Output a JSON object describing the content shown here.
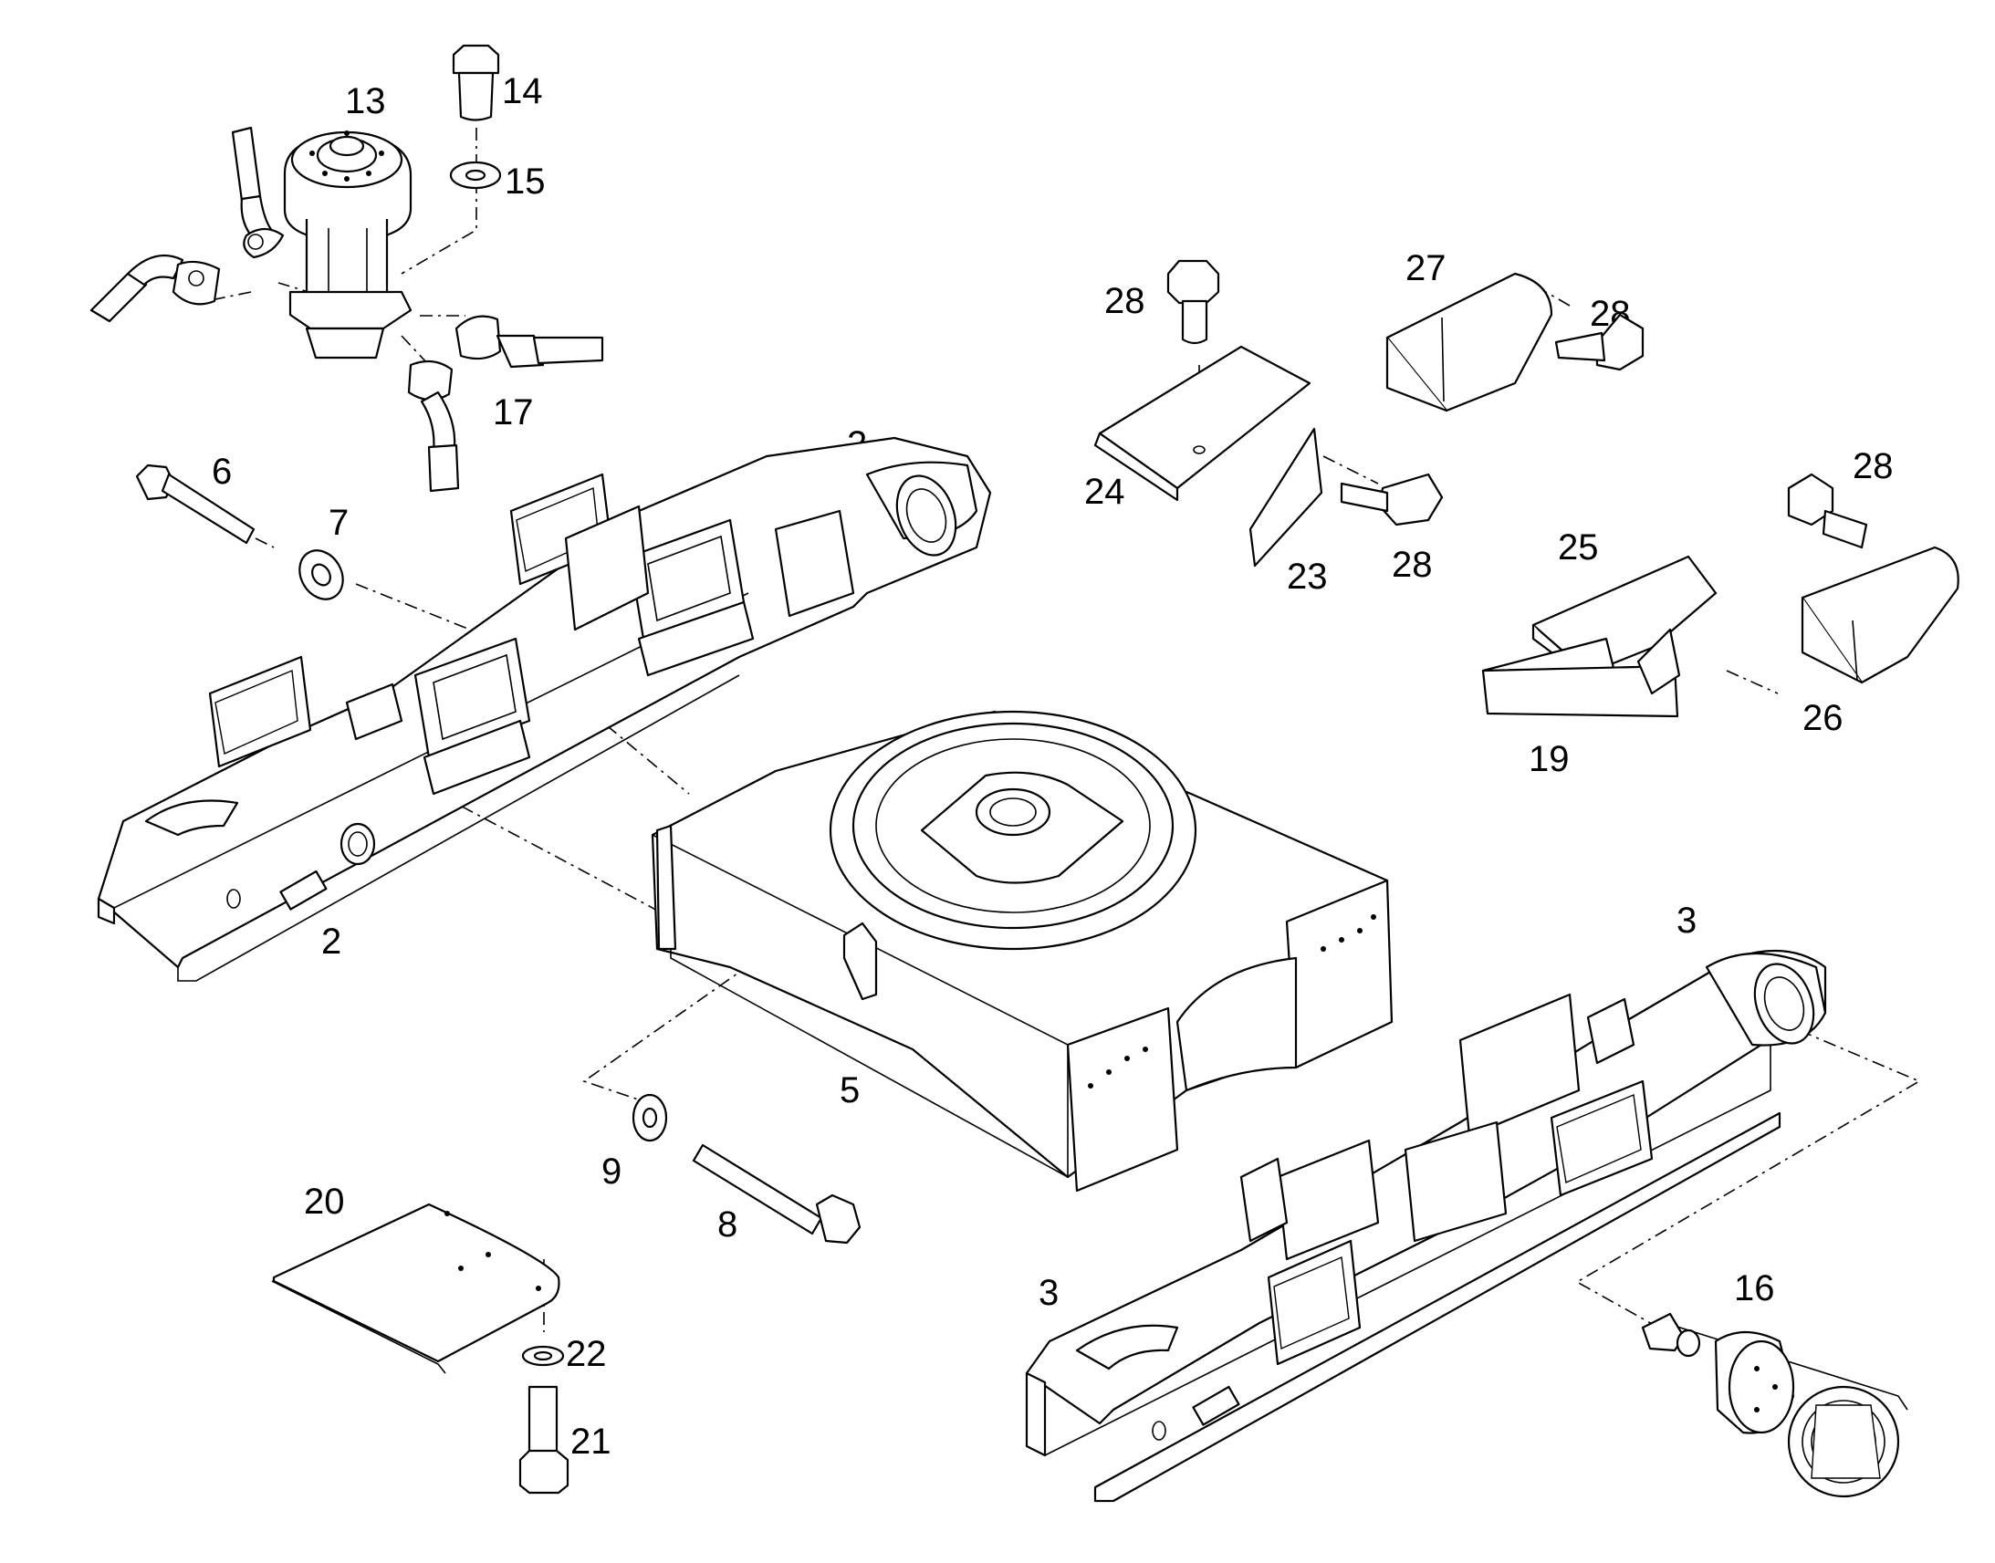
{
  "callouts": [
    {
      "id": "c13",
      "label": "13"
    },
    {
      "id": "c14",
      "label": "14"
    },
    {
      "id": "c15",
      "label": "15"
    },
    {
      "id": "c17",
      "label": "17"
    },
    {
      "id": "c6",
      "label": "6"
    },
    {
      "id": "c7",
      "label": "7"
    },
    {
      "id": "c2a",
      "label": "2"
    },
    {
      "id": "c2b",
      "label": "2"
    },
    {
      "id": "c28a",
      "label": "28"
    },
    {
      "id": "c27",
      "label": "27"
    },
    {
      "id": "c28b",
      "label": "28"
    },
    {
      "id": "c24",
      "label": "24"
    },
    {
      "id": "c23",
      "label": "23"
    },
    {
      "id": "c28c",
      "label": "28"
    },
    {
      "id": "c28d",
      "label": "28"
    },
    {
      "id": "c25",
      "label": "25"
    },
    {
      "id": "c19",
      "label": "19"
    },
    {
      "id": "c26",
      "label": "26"
    },
    {
      "id": "c3a",
      "label": "3"
    },
    {
      "id": "c5",
      "label": "5"
    },
    {
      "id": "c9",
      "label": "9"
    },
    {
      "id": "c8",
      "label": "8"
    },
    {
      "id": "c20",
      "label": "20"
    },
    {
      "id": "c22",
      "label": "22"
    },
    {
      "id": "c21",
      "label": "21"
    },
    {
      "id": "c3b",
      "label": "3"
    },
    {
      "id": "c16",
      "label": "16"
    }
  ]
}
